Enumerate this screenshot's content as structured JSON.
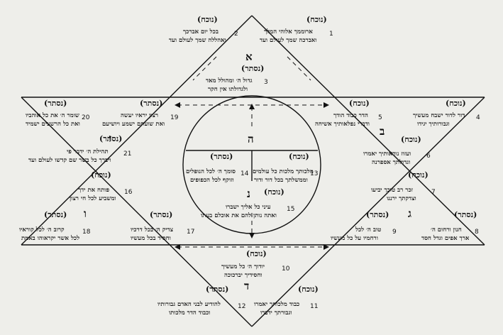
{
  "hexagon_letters": {
    "top": "א",
    "left": "ז",
    "right": "ב",
    "circle_top": "ה",
    "circle_bottom": "נ",
    "lower_left": "ו",
    "lower_right": "ג",
    "bottom": "ד"
  },
  "labels": {
    "1": "(נוכח)",
    "2": "(נוכח)",
    "3": "(נסתר)",
    "4": "(נוכח)",
    "5": "(נוכח)",
    "6": "(נוכח)",
    "7": "(נוכח)",
    "8": "(נסתר)",
    "9": "(נסתר)",
    "10": "(נוכח)",
    "11": "(נוכח)",
    "12": "(נסתר)",
    "13": "(נוכח)",
    "14": "(נסתר)",
    "15": "(נוכח)",
    "16": "(נוכח)",
    "17": "(נסתר)",
    "18": "(נסתר)",
    "19": "(נסתר)",
    "20": "(נסתר)",
    "21": "(נסתר)"
  },
  "verses": {
    "1": {
      "num": "1",
      "line1": "ארוממך אלוהי המלך",
      "line2": "ואברכה שמך לעולם ועד"
    },
    "2": {
      "num": "2",
      "line1": "בכל יום אברכך",
      "line2": "ואהללה שמך לעולם ועד"
    },
    "3": {
      "num": "3",
      "line1": "גדול ה׳ ומהולל מאד",
      "line2": "ולגדולתו אין חקר"
    },
    "4": {
      "num": "4",
      "line1": "דור לדור ישבח מעשיך",
      "line2": "וגבורותיך יגידו"
    },
    "5": {
      "num": "5",
      "line1": "הדר כבוד הודך",
      "line2": "ודברי נפלאותיך אשיחה"
    },
    "6": {
      "num": "6",
      "line1": "ועזוז נוראותיך יאמרו",
      "line2": "וגדולתך אספרנה"
    },
    "7": {
      "num": "7",
      "line1": "זכר רב טובך יביעו",
      "line2": "וצדקתך ירננו"
    },
    "8": {
      "num": "8",
      "line1": "חנון ורחום ה׳",
      "line2": "ארך אפים וגדל חסד"
    },
    "9": {
      "num": "9",
      "line1": "טוב ה׳ לכל",
      "line2": "ורחמיו על כל מעשיו"
    },
    "10": {
      "num": "10",
      "line1": "יודוך ה׳ כל מעשיך",
      "line2": "וחסידיך יברכוכה"
    },
    "11": {
      "num": "11",
      "line1": "כבוד מלכותך יאמרו",
      "line2": "וגבורתך ידברו"
    },
    "12": {
      "num": "12",
      "line1": "להודיע לבני האדם גבורותיו",
      "line2": "וכבוד הדר מלכותו"
    },
    "13": {
      "num": "13",
      "line1": "מלכותך מלכות כל עולמים",
      "line2": "וממשלתך בכל דור ודור"
    },
    "14": {
      "num": "14",
      "line1": "סומך ה׳ לכל הנופלים",
      "line2": "וזוקף לכל הכפופים"
    },
    "15": {
      "num": "15",
      "line1": "עיני כל אליך ישברו",
      "line2": "ואתה נותן להם את אוכלם בעתו"
    },
    "16": {
      "num": "16",
      "line1": "פותח את ידך",
      "line2": "ומשביע לכל חי רצון"
    },
    "17": {
      "num": "17",
      "line1": "צדיק ה׳ בכל דרכיו",
      "line2": "וחסיד בכל מעשיו"
    },
    "18": {
      "num": "18",
      "line1": "קרוב ה׳ לכל קוראיו",
      "line2": "לכל אשר יקראוהו באמת"
    },
    "19": {
      "num": "19",
      "line1": "רצון יראיו יעשה",
      "line2": "ואת שועתם ישמע ויושיעם"
    },
    "20": {
      "num": "20",
      "line1": "שומר ה׳ את כל אוהביו",
      "line2": "ואת כל הרשעים ישמיד"
    },
    "21": {
      "num": "21",
      "line1": "תהילת ה׳ ידבר פי",
      "line2": "ויברך כל בשר שם קדשו לעולם ועד"
    }
  }
}
